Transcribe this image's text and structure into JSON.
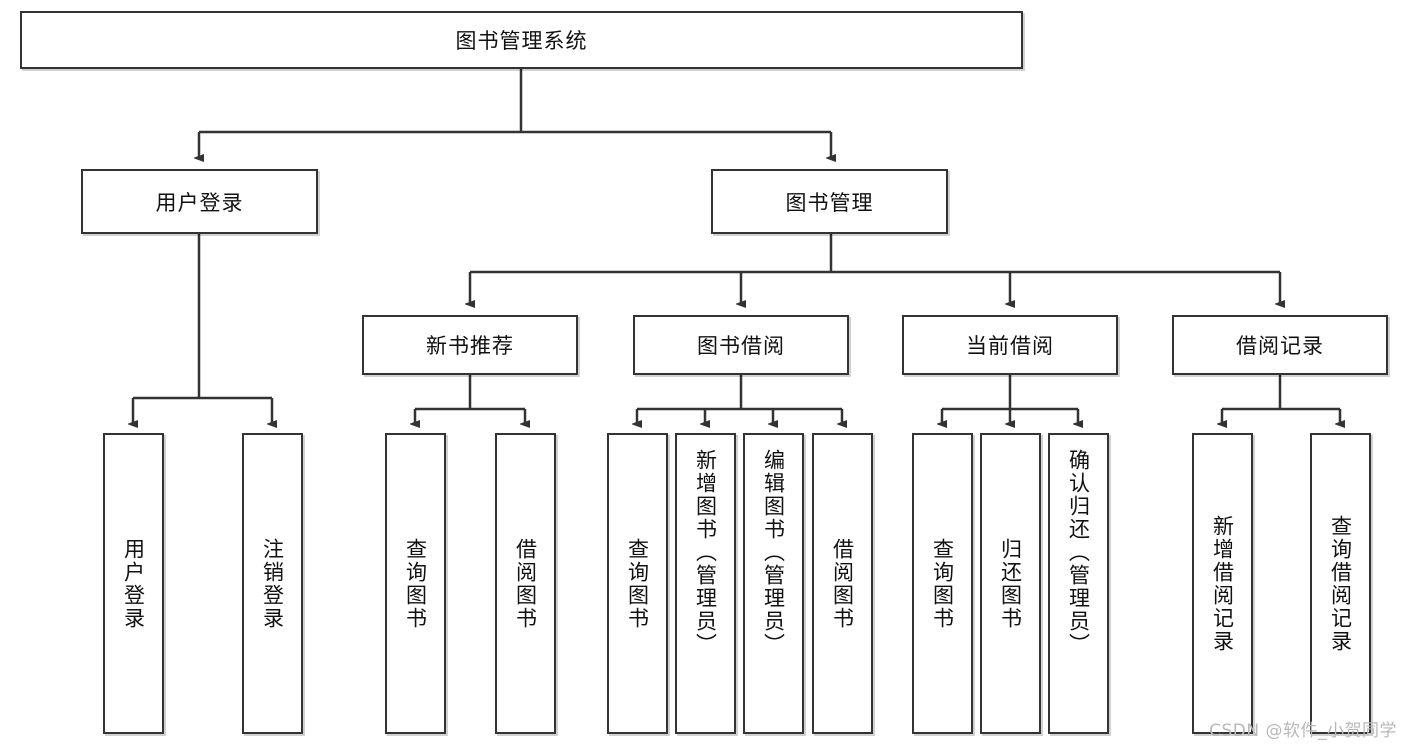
{
  "diagram": {
    "title": "图书管理系统",
    "type": "tree-hierarchy",
    "root": {
      "label": "图书管理系统"
    },
    "level2": [
      {
        "label": "用户登录"
      },
      {
        "label": "图书管理"
      }
    ],
    "level3": [
      {
        "label": "新书推荐"
      },
      {
        "label": "图书借阅"
      },
      {
        "label": "当前借阅"
      },
      {
        "label": "借阅记录"
      }
    ],
    "leaves_user_login": [
      {
        "label": "用户登录"
      },
      {
        "label": "注销登录"
      }
    ],
    "leaves_new_book": [
      {
        "label": "查询图书"
      },
      {
        "label": "借阅图书"
      }
    ],
    "leaves_book_borrow": [
      {
        "label": "查询图书"
      },
      {
        "label": "新增图书（管理员）"
      },
      {
        "label": "编辑图书（管理员）"
      },
      {
        "label": "借阅图书"
      }
    ],
    "leaves_current_borrow": [
      {
        "label": "查询图书"
      },
      {
        "label": "归还图书"
      },
      {
        "label": "确认归还（管理员）"
      }
    ],
    "leaves_borrow_record": [
      {
        "label": "新增借阅记录"
      },
      {
        "label": "查询借阅记录"
      }
    ]
  },
  "watermark": {
    "text": "CSDN @软件_小贺同学"
  },
  "colors": {
    "stroke": "#333333",
    "text": "#111111",
    "background": "#ffffff",
    "watermark": "#b9b9b9"
  }
}
